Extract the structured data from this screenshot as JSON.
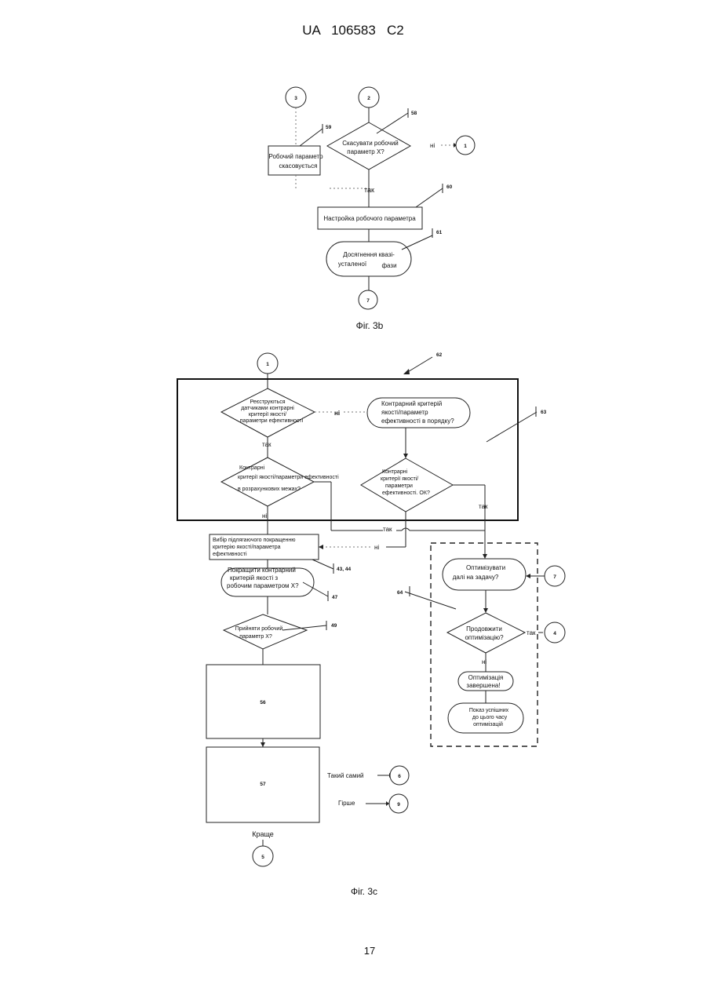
{
  "header": {
    "patent_id": "UA   106583   C2"
  },
  "page_number": "17",
  "fig3b": {
    "caption": "Фіг. 3b",
    "connectors": {
      "c3": "3",
      "c2": "2",
      "c1": "1",
      "c7": "7"
    },
    "ref": {
      "r58": "58",
      "r59": "59",
      "r60": "60",
      "r61": "61"
    },
    "decision_58": [
      "Скасувати робочий",
      "параметр Х?"
    ],
    "box_59": [
      "Робочий параметр",
      "скасовується"
    ],
    "box_60": "Настройка робочого параметра",
    "term_61": [
      "Досягнення квазі-",
      "усталеної",
      "фази"
    ],
    "label_no": "ні",
    "label_yes": "так"
  },
  "fig3c": {
    "caption": "Фіг. 3с",
    "connectors": {
      "c1": "1",
      "c7": "7",
      "c4": "4",
      "c6": "6",
      "c9": "9",
      "c5": "5"
    },
    "ref": {
      "r62": "62",
      "r63": "63",
      "r64": "64",
      "r4344": "43, 44",
      "r47": "47",
      "r49": "49",
      "r56": "56",
      "r57": "57"
    },
    "d_registered": [
      "Реєструються",
      "датчиками контрарні",
      "критерії якості/",
      "параметри ефективності"
    ],
    "t_order": [
      "Контрарний критерій",
      "якості/параметр",
      "ефективності в порядку?"
    ],
    "d_limits": [
      "Контрарні",
      "критерії якості/параметри ефективності",
      "в розрахункових межах?"
    ],
    "d_ok": [
      "Контрарні",
      "критерії якості/",
      "параметри",
      "ефективності. ОК?"
    ],
    "box_select": [
      "Вибір підлягаючого покращенню",
      "критерію якості/параметра",
      "ефективності"
    ],
    "t_improve": [
      "Покращити контрарний",
      "критерій  якості з",
      "робочим параметром Х?"
    ],
    "d_accept": [
      "Прийняти робочий",
      "параметр Х?"
    ],
    "t_optimize": [
      "Оптимізувати",
      "далі на задачу?"
    ],
    "d_continue": [
      "Продовжити",
      "оптимізацію?"
    ],
    "t_done": [
      "Оптимізація",
      "завершена!"
    ],
    "t_show": [
      "Показ успішних",
      "до цього часу",
      "оптимізацій"
    ],
    "labels": {
      "no1": "ні",
      "yes1": "так",
      "no2": "ні",
      "yes2": "так",
      "yes3": "так",
      "no3": "ні",
      "yes4": "так",
      "no4": "ні",
      "same": "Такий самий",
      "worse": "Гірше",
      "better": "Краще"
    }
  }
}
